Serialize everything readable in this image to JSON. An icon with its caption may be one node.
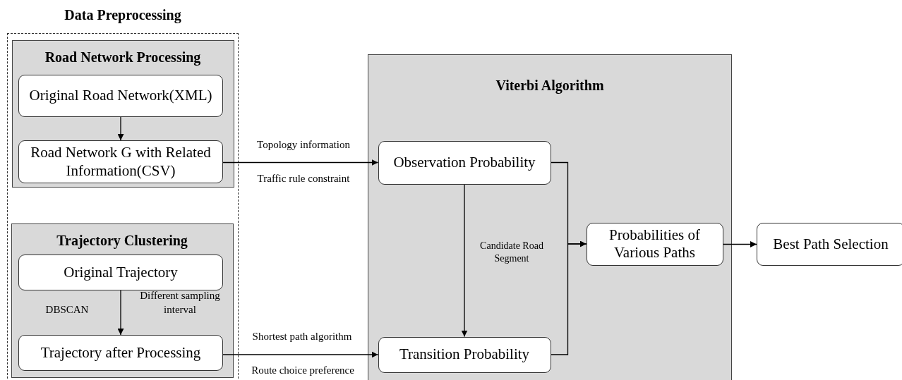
{
  "diagram": {
    "nodes": [
      {
        "text": [
          "Data Preprocessing"
        ]
      },
      {
        "text": [
          "Road Network Processing"
        ],
        "in": 0
      },
      {
        "text": [
          "Original Road Network(XML)"
        ],
        "in": 1
      },
      {
        "text": [
          "Road Network G with Related Information(CSV)"
        ],
        "in": 1
      },
      {
        "text": [
          "Trajectory Clustering"
        ],
        "in": 0
      },
      {
        "text": [
          "Original Trajectory"
        ],
        "in": 4
      },
      {
        "text": [
          "Trajectory after Processing"
        ],
        "in": 4
      },
      {
        "text": [
          "Viterbi Algorithm"
        ]
      },
      {
        "text": [
          "Observation Probability"
        ],
        "in": 7
      },
      {
        "text": [
          "Transition Probability"
        ],
        "in": 7
      },
      {
        "text": [
          "Probabilities of Various Paths"
        ],
        "in": 7
      },
      {
        "text": [
          "Best Path Selection"
        ]
      }
    ],
    "edges": [
      {
        "from": 2,
        "to": 3,
        "arrow": "to"
      },
      {
        "from": 5,
        "to": 6,
        "arrow": "to"
      },
      {
        "from": 3,
        "to": 8,
        "arrow": "to"
      },
      {
        "from": 6,
        "to": 9,
        "arrow": "to"
      },
      {
        "from": 8,
        "to": 9,
        "arrow": "to",
        "label": "Candidate Road Segment"
      },
      {
        "from": 8,
        "to": 10,
        "arrow": "to"
      },
      {
        "from": 9,
        "to": 10,
        "arrow": "to"
      },
      {
        "from": 10,
        "to": 11,
        "arrow": "to"
      }
    ],
    "labels": [
      "Topology information",
      "Traffic rule constraint",
      "DBSCAN",
      "Different sampling interval",
      "Shortest path algorithm",
      "Route choice preference"
    ]
  }
}
